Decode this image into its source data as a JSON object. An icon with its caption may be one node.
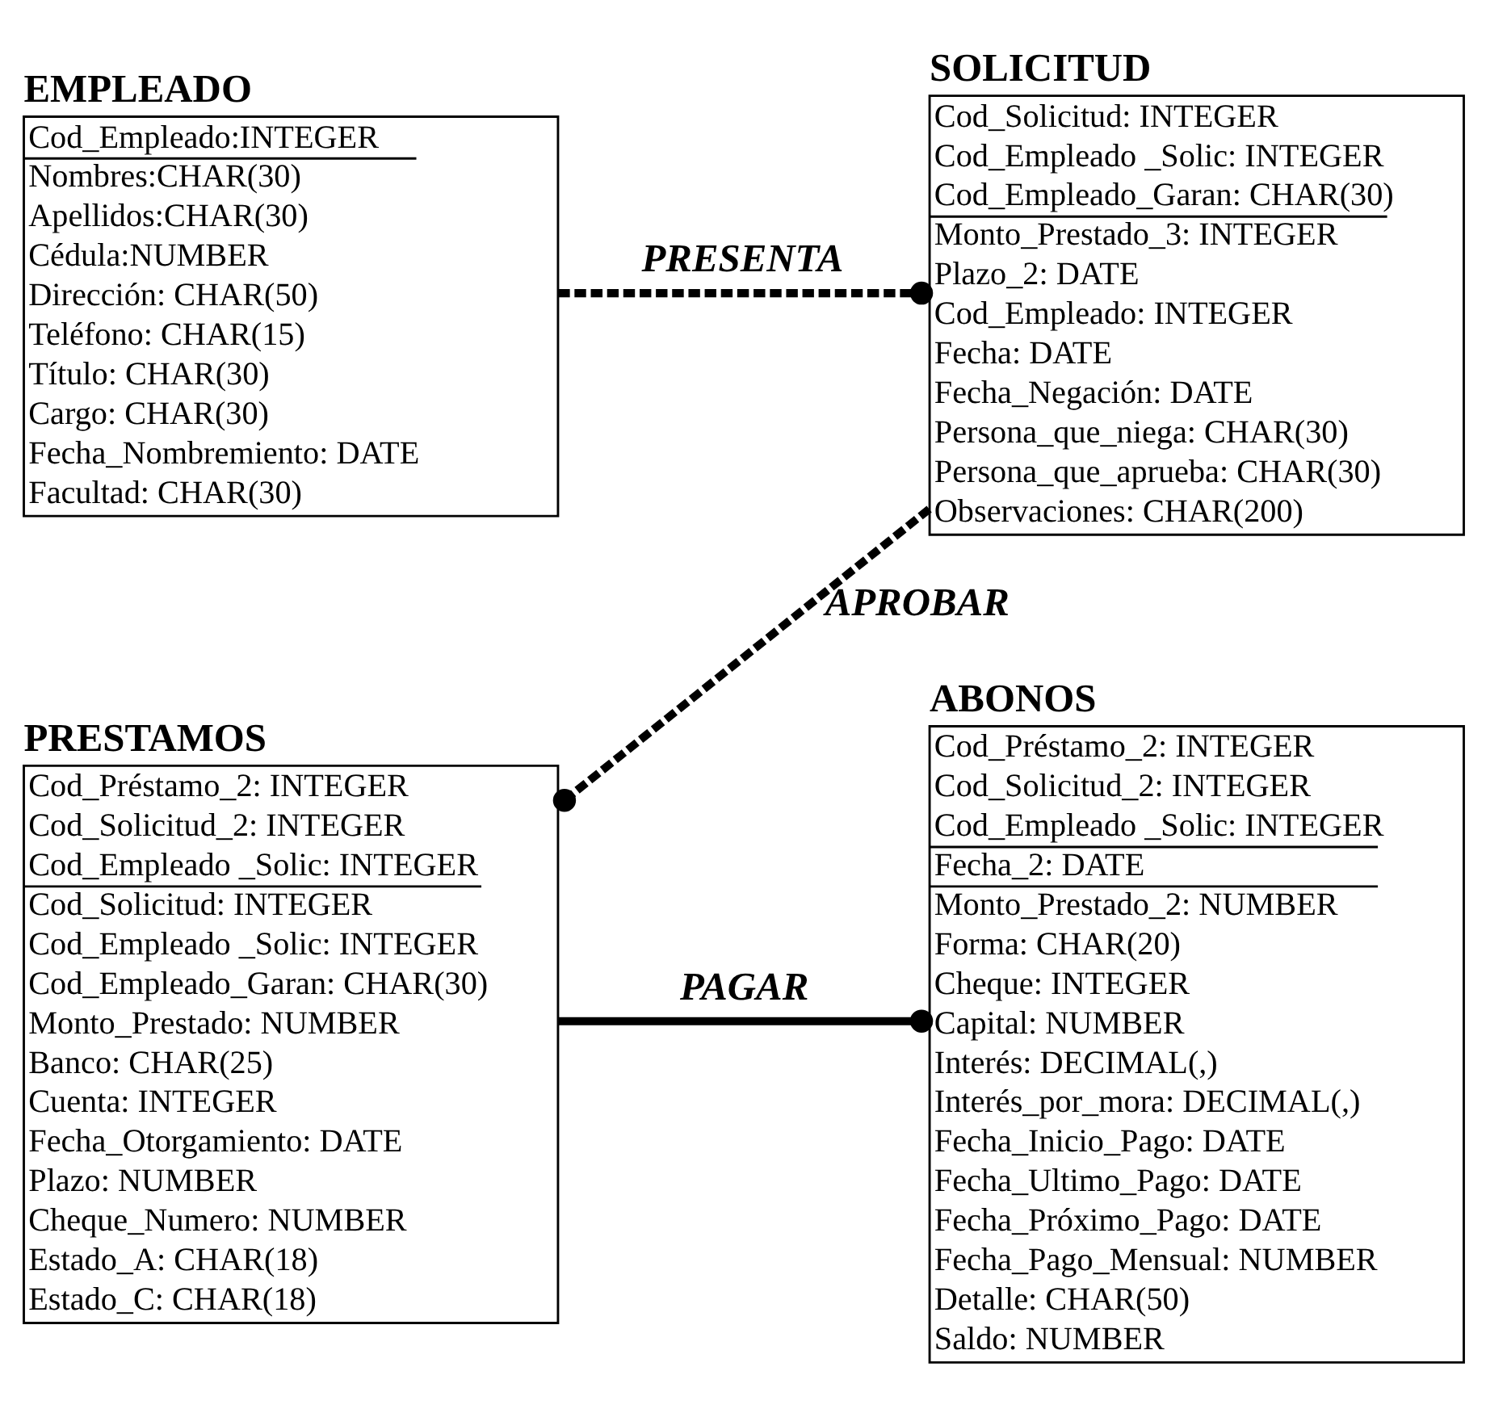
{
  "diagram": {
    "nodes": [
      {
        "text": [
          "EMPLEADO",
          "Cod_Empleado:INTEGER",
          "Nombres:CHAR(30)",
          "Apellidos:CHAR(30)",
          "Cédula:NUMBER",
          "Dirección: CHAR(50)",
          "Teléfono: CHAR(15)",
          "Título: CHAR(30)",
          "Cargo: CHAR(30)",
          "Fecha_Nombremiento: DATE",
          "Facultad: CHAR(30)"
        ]
      },
      {
        "text": [
          "SOLICITUD",
          "Cod_Solicitud: INTEGER",
          "Cod_Empleado _Solic: INTEGER",
          "Cod_Empleado_Garan: CHAR(30)",
          "Monto_Prestado_3: INTEGER",
          "Plazo_2: DATE",
          "Cod_Empleado: INTEGER",
          "Fecha: DATE",
          "Fecha_Negación: DATE",
          "Persona_que_niega: CHAR(30)",
          "Persona_que_aprueba: CHAR(30)",
          "Observaciones: CHAR(200)"
        ]
      },
      {
        "text": [
          "PRESTAMOS",
          "Cod_Préstamo_2: INTEGER",
          "Cod_Solicitud_2: INTEGER",
          "Cod_Empleado _Solic: INTEGER",
          "Cod_Solicitud: INTEGER",
          "Cod_Empleado _Solic: INTEGER",
          "Cod_Empleado_Garan: CHAR(30)",
          "Monto_Prestado: NUMBER",
          "Banco: CHAR(25)",
          "Cuenta: INTEGER",
          "Fecha_Otorgamiento: DATE",
          "Plazo: NUMBER",
          "Cheque_Numero: NUMBER",
          "Estado_A: CHAR(18)",
          "Estado_C: CHAR(18)"
        ]
      },
      {
        "text": [
          "ABONOS",
          "Cod_Préstamo_2: INTEGER",
          "Cod_Solicitud_2: INTEGER",
          "Cod_Empleado _Solic: INTEGER",
          "Fecha_2: DATE",
          "Monto_Prestado_2: NUMBER",
          "Forma: CHAR(20)",
          "Cheque: INTEGER",
          "Capital: NUMBER",
          "Interés: DECIMAL(,)",
          "Interés_por_mora: DECIMAL(,)",
          "Fecha_Inicio_Pago: DATE",
          "Fecha_Ultimo_Pago: DATE",
          "Fecha_Próximo_Pago: DATE",
          "Fecha_Pago_Mensual: NUMBER",
          "Detalle: CHAR(50)",
          "Saldo: NUMBER"
        ]
      }
    ],
    "edges": [
      {
        "from": 0,
        "to": 1,
        "arrow": "other",
        "label": "PRESENTA",
        "style": "dashed"
      },
      {
        "from": 1,
        "to": 2,
        "arrow": "other",
        "label": "APROBAR",
        "style": "dashed"
      },
      {
        "from": 2,
        "to": 3,
        "arrow": "other",
        "label": "PAGAR"
      }
    ]
  }
}
